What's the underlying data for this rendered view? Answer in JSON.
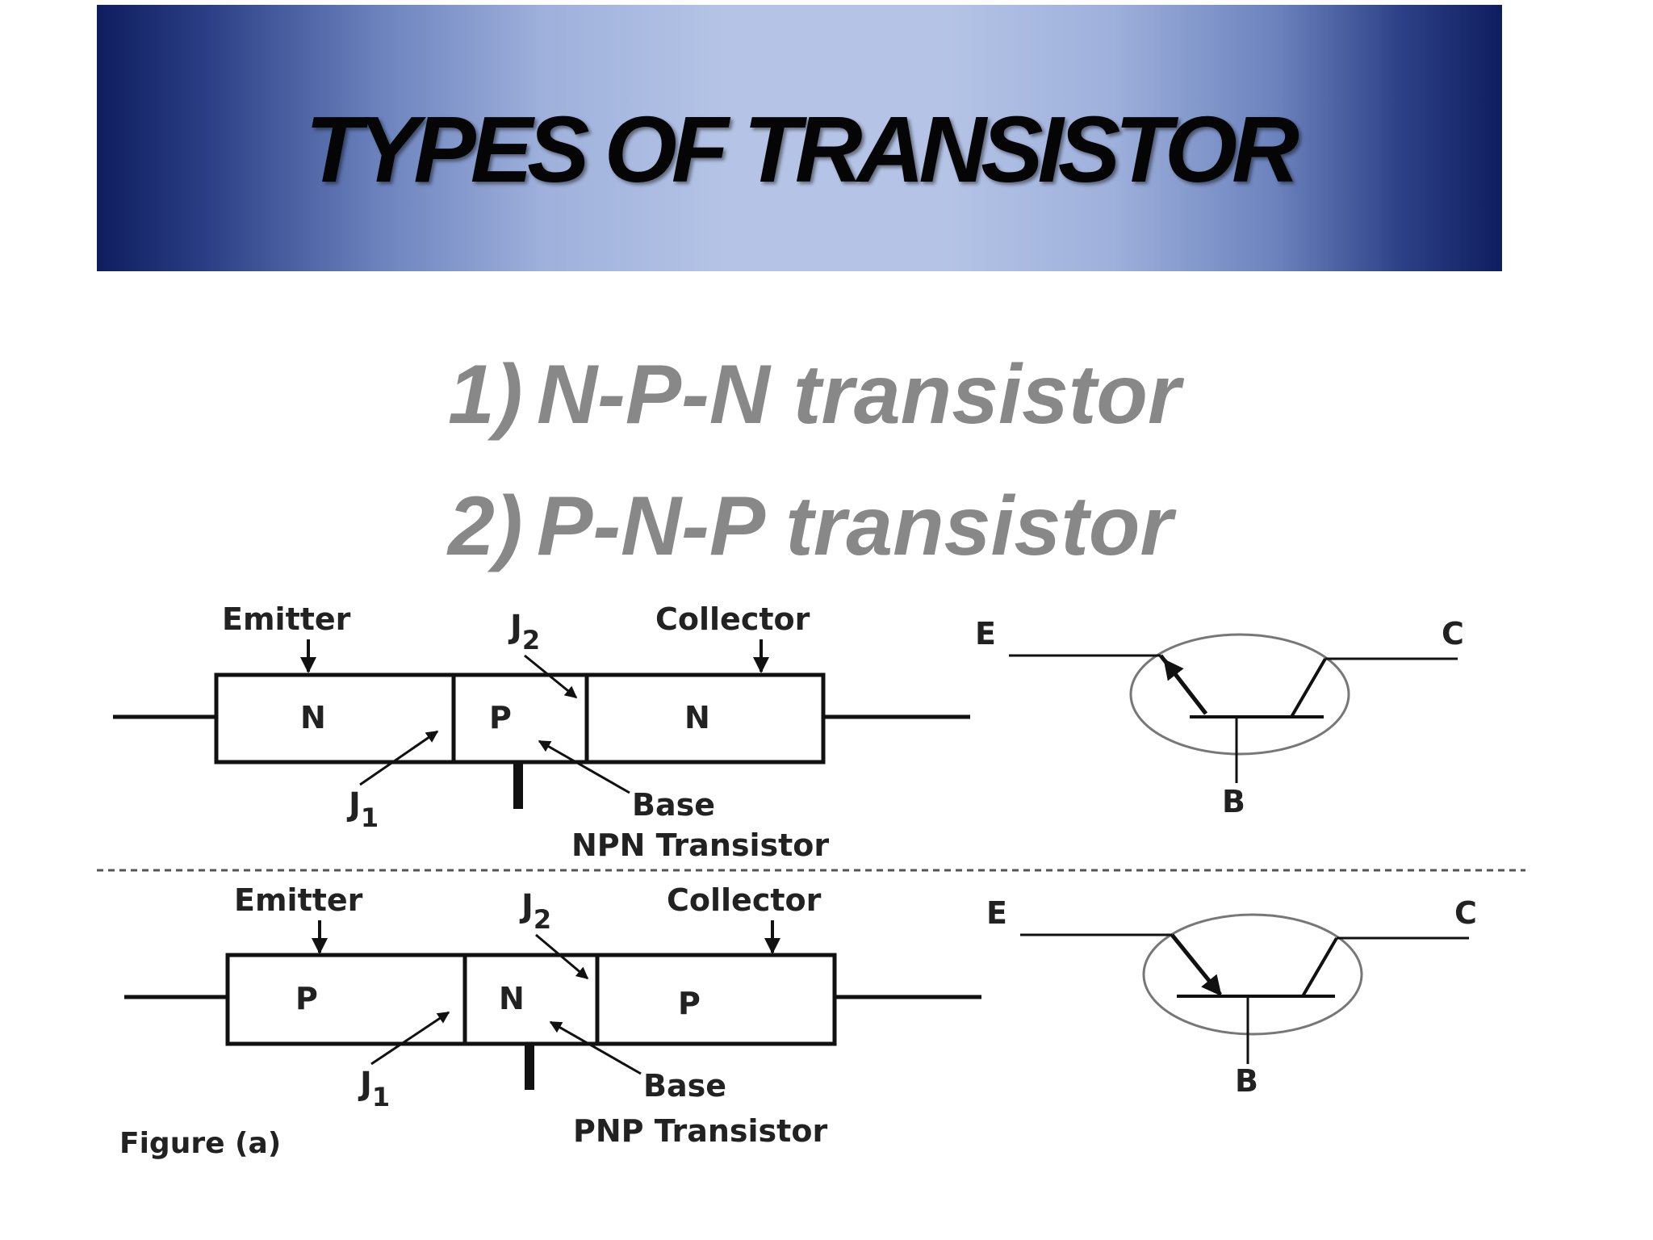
{
  "slide": {
    "title": "TYPES OF TRANSISTOR",
    "types": [
      {
        "number": "1)",
        "label": "N-P-N transistor"
      },
      {
        "number": "2)",
        "label": "P-N-P transistor"
      }
    ]
  },
  "figure": {
    "caption": "Figure (a)",
    "npn": {
      "name": "NPN Transistor",
      "regions": [
        "N",
        "P",
        "N"
      ],
      "emitter_label": "Emitter",
      "collector_label": "Collector",
      "base_label": "Base",
      "junction1_label": "J",
      "junction1_sub": "1",
      "junction2_label": "J",
      "junction2_sub": "2",
      "symbol_terminals": {
        "emitter": "E",
        "collector": "C",
        "base": "B"
      }
    },
    "pnp": {
      "name": "PNP Transistor",
      "regions": [
        "P",
        "N",
        "P"
      ],
      "emitter_label": "Emitter",
      "collector_label": "Collector",
      "base_label": "Base",
      "junction1_label": "J",
      "junction1_sub": "1",
      "junction2_label": "J",
      "junction2_sub": "2",
      "symbol_terminals": {
        "emitter": "E",
        "collector": "C",
        "base": "B"
      }
    }
  }
}
